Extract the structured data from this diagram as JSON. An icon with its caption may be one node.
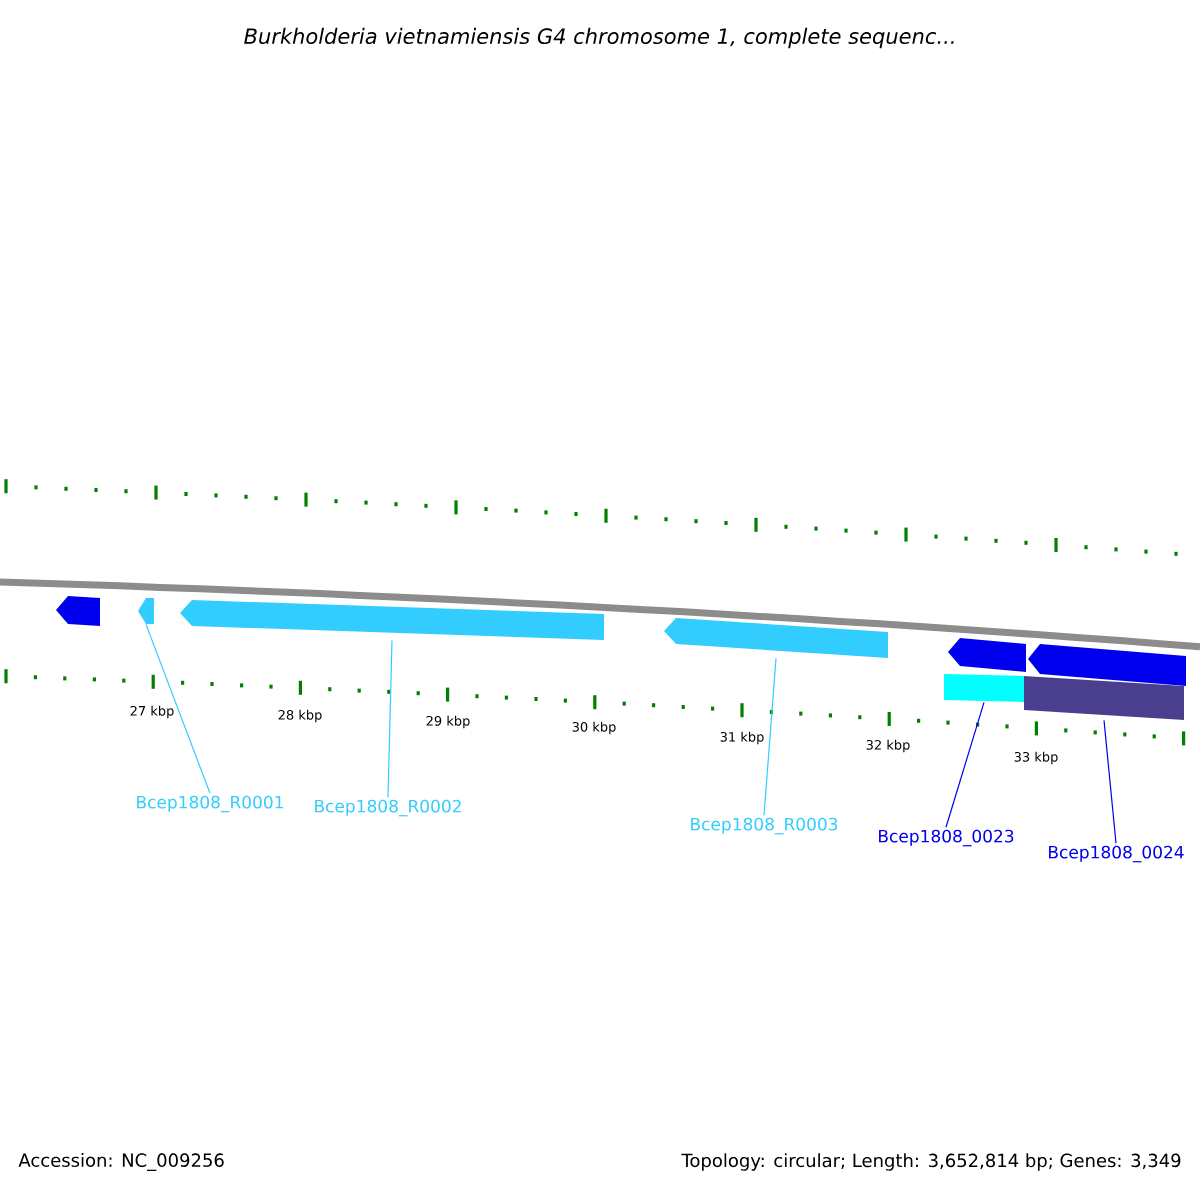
{
  "diagram": {
    "title": "Burkholderia vietnamiensis G4 chromosome 1, complete sequenc...",
    "nodes": [
      {
        "text": [],
        "shape": "pentagon"
      },
      {
        "text": [],
        "shape": "pentagon"
      },
      {
        "text": [],
        "shape": "pentagon"
      },
      {
        "text": [],
        "shape": "pentagon"
      },
      {
        "text": [],
        "shape": "pentagon"
      },
      {
        "text": [],
        "shape": "pentagon"
      },
      {
        "text": [],
        "shape": "bar"
      },
      {
        "text": [],
        "shape": "bar"
      },
      {
        "text": [
          "Bcep1808_R0001"
        ]
      },
      {
        "text": [
          "Bcep1808_R0002"
        ]
      },
      {
        "text": [
          "Bcep1808_R0003"
        ]
      },
      {
        "text": [
          "Bcep1808_0023"
        ]
      },
      {
        "text": [
          "Bcep1808_0024"
        ]
      }
    ],
    "edges": [
      {
        "from": 8,
        "to": 1,
        "arrow": "none",
        "color": "#33ccff"
      },
      {
        "from": 9,
        "to": 2,
        "arrow": "none",
        "color": "#33ccff"
      },
      {
        "from": 10,
        "to": 3,
        "arrow": "none",
        "color": "#33ccff"
      },
      {
        "from": 11,
        "to": 6,
        "arrow": "none",
        "color": "#0000ee"
      },
      {
        "from": 12,
        "to": 7,
        "arrow": "none",
        "color": "#0000ee"
      }
    ],
    "labels": [
      "27 kbp",
      "28 kbp",
      "29 kbp",
      "30 kbp",
      "31 kbp",
      "32 kbp",
      "33 kbp",
      "Accession: NC_009256",
      "Topology: circular; Length: 3,652,814 bp; Genes: 3,349"
    ]
  }
}
